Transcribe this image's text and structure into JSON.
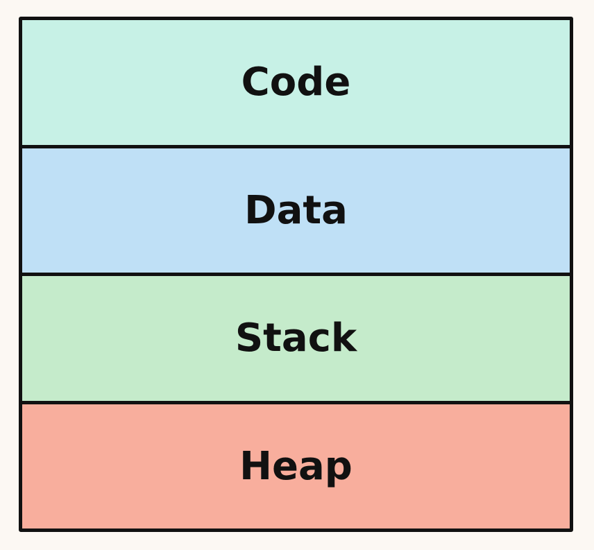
{
  "segments": [
    {
      "label": "Code",
      "color": "#c7f1e6"
    },
    {
      "label": "Data",
      "color": "#bfe0f6"
    },
    {
      "label": "Stack",
      "color": "#c5ebcb"
    },
    {
      "label": "Heap",
      "color": "#f8ae9d"
    }
  ]
}
